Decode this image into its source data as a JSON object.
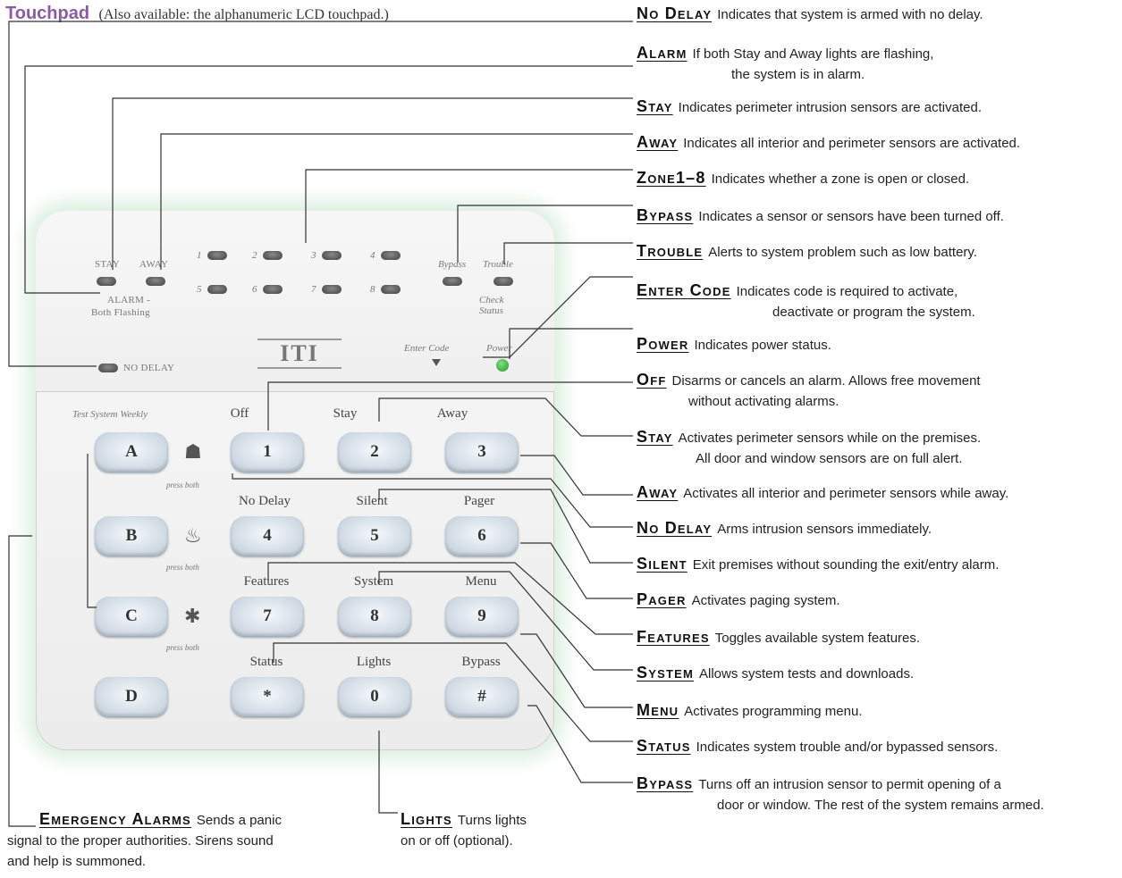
{
  "title": {
    "main": "Touchpad",
    "sub": "(Also available: the alphanumeric LCD touchpad.)"
  },
  "callouts": {
    "no_delay_light": {
      "name": "No Delay",
      "desc": "Indicates that system is armed with no delay."
    },
    "alarm": {
      "name": "Alarm",
      "desc": "If both Stay and Away lights are flashing,",
      "desc2": "the system is in alarm."
    },
    "stay_light": {
      "name": "Stay",
      "desc": "Indicates perimeter intrusion sensors are activated."
    },
    "away_light": {
      "name": "Away",
      "desc": "Indicates all interior and perimeter sensors are activated."
    },
    "zone": {
      "name": "Zone1–8",
      "desc": "Indicates whether a zone is open or closed."
    },
    "bypass_light": {
      "name": "Bypass",
      "desc": "Indicates a sensor or sensors have been turned off."
    },
    "trouble": {
      "name": "Trouble",
      "desc": "Alerts to system problem such as low battery."
    },
    "enter_code": {
      "name": "Enter Code",
      "desc": "Indicates code is required to activate,",
      "desc2": "deactivate or program the system."
    },
    "power": {
      "name": "Power",
      "desc": "Indicates power status."
    },
    "off": {
      "name": "Off",
      "desc": "Disarms or cancels an alarm. Allows free movement",
      "desc2": "without activating alarms."
    },
    "stay_key": {
      "name": "Stay",
      "desc": "Activates perimeter sensors while on the premises.",
      "desc2": "All door and window sensors are on full alert."
    },
    "away_key": {
      "name": "Away",
      "desc": "Activates all interior and perimeter sensors while away."
    },
    "no_delay_key": {
      "name": "No Delay",
      "desc": "Arms intrusion sensors immediately."
    },
    "silent": {
      "name": "Silent",
      "desc": "Exit premises without sounding the exit/entry alarm."
    },
    "pager": {
      "name": "Pager",
      "desc": "Activates paging system."
    },
    "features": {
      "name": "Features",
      "desc": "Toggles available system features."
    },
    "system": {
      "name": "System",
      "desc": "Allows system tests and downloads."
    },
    "menu": {
      "name": "Menu",
      "desc": "Activates programming menu."
    },
    "status": {
      "name": "Status",
      "desc": "Indicates system trouble and/or bypassed sensors."
    },
    "bypass_key": {
      "name": "Bypass",
      "desc": "Turns off an intrusion sensor to permit opening of a",
      "desc2": "door or window. The rest of the system remains armed."
    },
    "emergency": {
      "name": "Emergency Alarms",
      "desc": "Sends a panic",
      "desc2": "signal to the proper authorities. Sirens sound",
      "desc3": "and help is summoned."
    },
    "lights": {
      "name": "Lights",
      "desc": "Turns lights",
      "desc2": "on or off (optional)."
    }
  },
  "keypad": {
    "leds": {
      "stay": "STAY",
      "away": "AWAY",
      "alarm": "ALARM -",
      "both_flashing": "Both Flashing",
      "zones": [
        "1",
        "2",
        "3",
        "4",
        "5",
        "6",
        "7",
        "8"
      ],
      "bypass": "Bypass",
      "trouble": "Trouble",
      "check": "Check",
      "status": "Status",
      "no_delay": "NO DELAY",
      "enter_code": "Enter Code",
      "power": "Power",
      "logo": "ITI"
    },
    "test_system": "Test System Weekly",
    "press_both": "press both",
    "keys": {
      "a": "A",
      "b": "B",
      "c": "C",
      "d": "D",
      "k1": "1",
      "k2": "2",
      "k3": "3",
      "k4": "4",
      "k5": "5",
      "k6": "6",
      "k7": "7",
      "k8": "8",
      "k9": "9",
      "kstar": "*",
      "k0": "0",
      "khash": "#"
    },
    "captions": {
      "off": "Off",
      "stay": "Stay",
      "away": "Away",
      "no_delay": "No Delay",
      "silent": "Silent",
      "pager": "Pager",
      "features": "Features",
      "system": "System",
      "menu": "Menu",
      "status": "Status",
      "lights": "Lights",
      "bypass": "Bypass"
    },
    "symbols": {
      "police": "☗",
      "fire": "♨",
      "medical": "✱"
    }
  }
}
